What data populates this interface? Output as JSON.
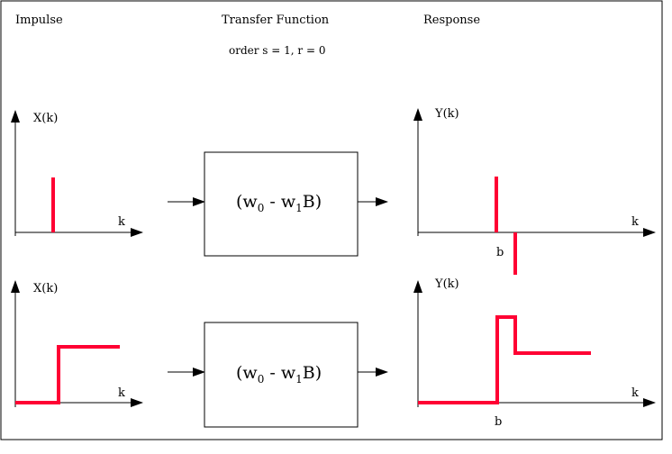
{
  "headers": {
    "impulse": "Impulse",
    "transfer": "Transfer Function",
    "response": "Response",
    "order": "order s = 1, r = 0"
  },
  "axes": {
    "x_label": "X(k)",
    "y_label": "Y(k)",
    "k_label": "k",
    "b_label": "b"
  },
  "transfer": {
    "lparen": "(w",
    "w0_sub": "0",
    "minus": " - w",
    "w1_sub": "1",
    "rparen": "B)"
  },
  "colors": {
    "signal": "#ff0033",
    "line": "#000000",
    "background": "#ffffff"
  }
}
